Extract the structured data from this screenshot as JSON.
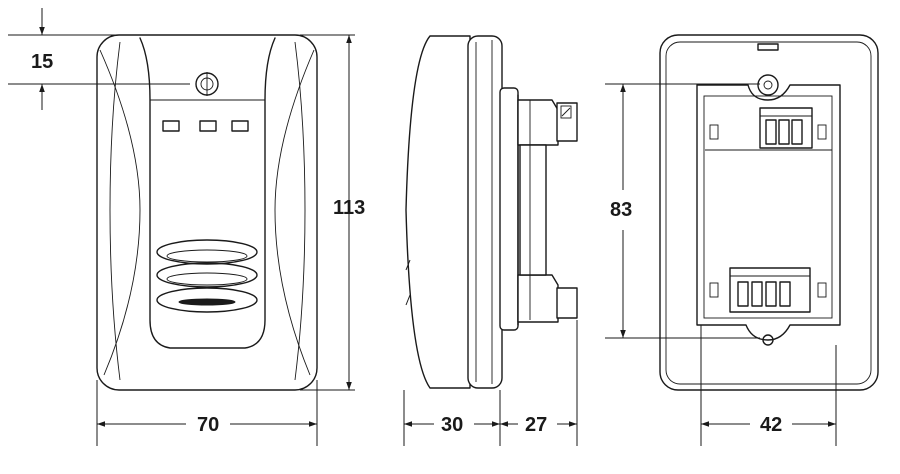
{
  "dimensions": {
    "front_top_offset": "15",
    "front_height": "113",
    "front_width": "70",
    "side_depth_front": "30",
    "side_depth_back": "27",
    "back_hole_spacing": "83",
    "back_box_width": "42"
  },
  "colors": {
    "line": "#1a1a1a",
    "background": "#ffffff"
  }
}
